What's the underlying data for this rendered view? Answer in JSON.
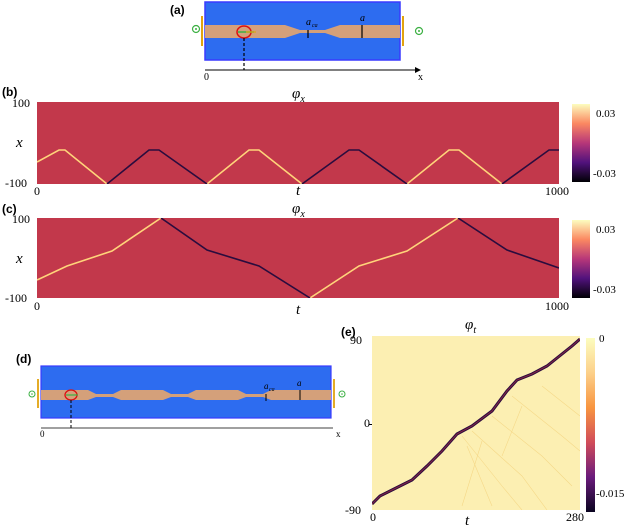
{
  "panels": {
    "a": {
      "label": "(a)",
      "channel_label_narrow": "a",
      "channel_label_narrow_sub": "ca",
      "channel_label_wide": "a",
      "axis_origin": "0",
      "axis_x": "x"
    },
    "b": {
      "label": "(b)",
      "title": "φ",
      "title_sub": "x",
      "ylabel": "x",
      "xlabel": "t",
      "y_top": "100",
      "y_bottom": "-100",
      "x_left": "0",
      "x_right": "1000",
      "cb_top": "0.03",
      "cb_bottom": "-0.03"
    },
    "c": {
      "label": "(c)",
      "title": "φ",
      "title_sub": "x",
      "ylabel": "x",
      "xlabel": "t",
      "y_top": "100",
      "y_bottom": "-100",
      "x_left": "0",
      "x_right": "1000",
      "cb_top": "0.03",
      "cb_bottom": "-0.03"
    },
    "d": {
      "label": "(d)",
      "channel_label_narrow": "a",
      "channel_label_narrow_sub": "ca",
      "channel_label_wide": "a",
      "axis_origin": "0",
      "axis_x": "x"
    },
    "e": {
      "label": "(e)",
      "title": "φ",
      "title_sub": "t",
      "y_top": "90",
      "y_mid": "0",
      "y_bottom": "-90",
      "x_left": "0",
      "x_right": "280",
      "xlabel": "t",
      "cb_top": "0",
      "cb_bottom": "-0.015"
    }
  },
  "colors": {
    "heatmap_bg": "#c2384b",
    "bright_trace": "#ffd47a",
    "dark_trace": "#2a0c3e",
    "channel_blue": "#2d6cf0",
    "channel_fill": "#d4a07a",
    "arrow_green": "#3cb043",
    "arrow_orange": "#e2a30f",
    "panel_e_bg": "#fcefb2"
  }
}
